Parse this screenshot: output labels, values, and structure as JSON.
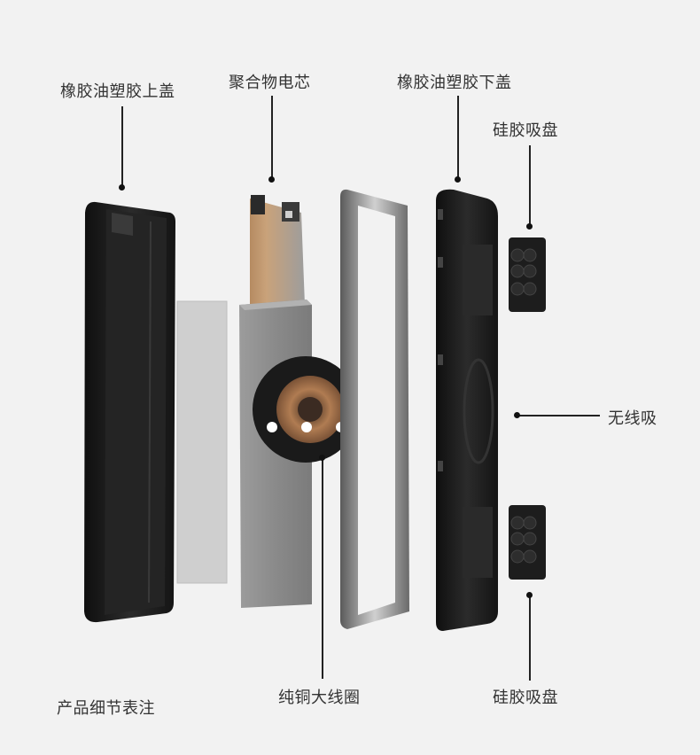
{
  "labels": {
    "top_cover": "橡胶油塑胶上盖",
    "polymer_cell": "聚合物电芯",
    "bottom_cover": "橡胶油塑胶下盖",
    "suction_top": "硅胶吸盘",
    "wireless": "无线吸",
    "detail_note": "产品细节表注",
    "copper_coil": "纯铜大线圈",
    "suction_bottom": "硅胶吸盘"
  },
  "colors": {
    "background": "#f2f2f2",
    "shell_dark": "#1b1b1b",
    "battery_gray": "#8e8e8e",
    "coil_copper": "#a9744b",
    "label_text": "#333333"
  }
}
